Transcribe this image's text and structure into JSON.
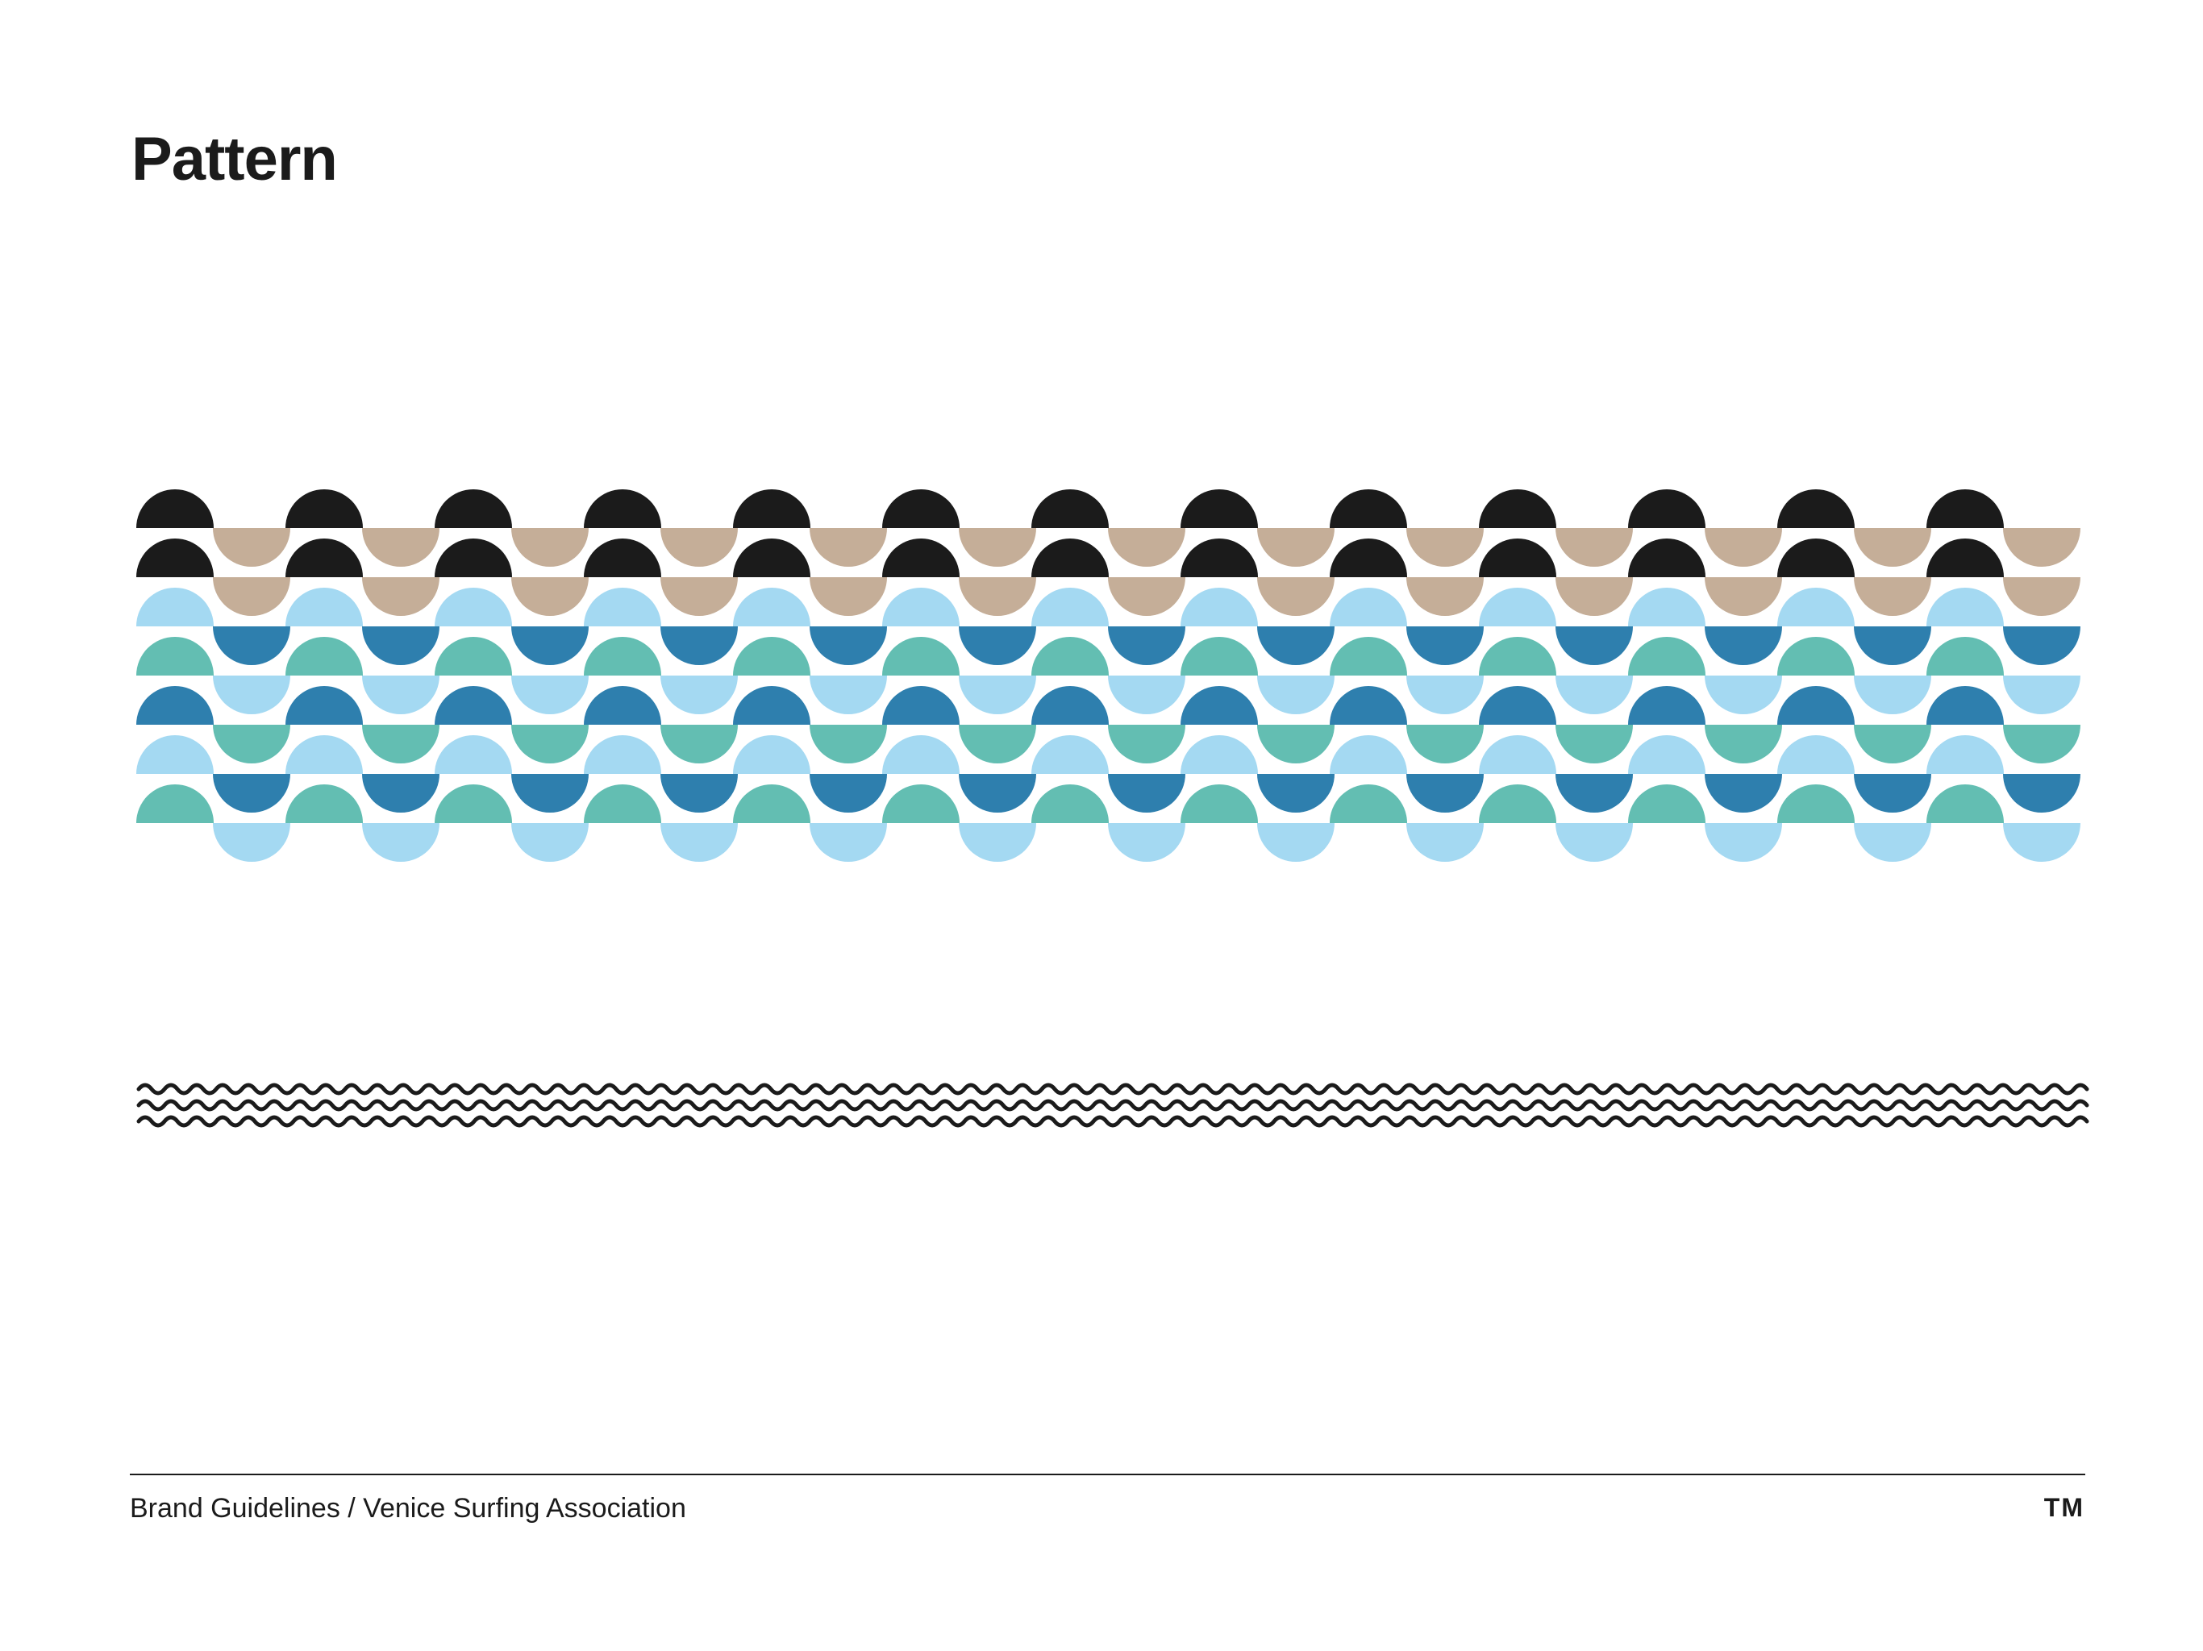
{
  "page": {
    "title": "Pattern"
  },
  "pattern": {
    "colors": {
      "black": "#1b1b1b",
      "tan": "#c5ae98",
      "light_blue": "#a4d9f2",
      "dark_blue": "#2e7fae",
      "teal": "#63beb2"
    },
    "rows": [
      {
        "top": "black",
        "bottom": "tan"
      },
      {
        "top": "black",
        "bottom": "tan"
      },
      {
        "top": "light_blue",
        "bottom": "dark_blue"
      },
      {
        "top": "teal",
        "bottom": "light_blue"
      },
      {
        "top": "dark_blue",
        "bottom": "teal"
      },
      {
        "top": "light_blue",
        "bottom": "dark_blue"
      },
      {
        "top": "teal",
        "bottom": "light_blue"
      }
    ],
    "semicircles_per_row": 13,
    "wave_lines": 3,
    "wave_color": "#1b1b1b"
  },
  "footer": {
    "caption": "Brand Guidelines / Venice Surfing Association",
    "mark": "TM"
  }
}
